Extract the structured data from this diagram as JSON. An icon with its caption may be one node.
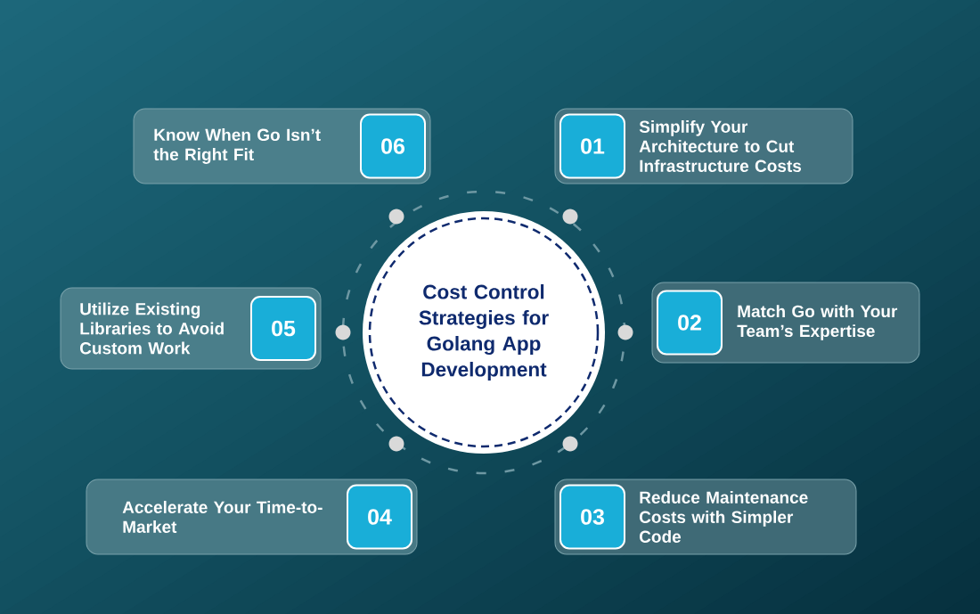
{
  "diagram": {
    "nodes": [
      {
        "text": [
          "Cost Control Strategies for Golang App Development"
        ]
      },
      {
        "text": [
          "Simplify Your Architecture to Cut Infrastructure Costs"
        ]
      },
      {
        "text": [
          "01"
        ],
        "in": 1
      },
      {
        "text": [
          "Match Go with Your Team’s Expertise"
        ]
      },
      {
        "text": [
          "02"
        ],
        "in": 3
      },
      {
        "text": [
          "Reduce Maintenance Costs with Simpler Code"
        ]
      },
      {
        "text": [
          "03"
        ],
        "in": 5
      },
      {
        "text": [
          "Accelerate Your Time-to-Market"
        ]
      },
      {
        "text": [
          "04"
        ],
        "in": 7
      },
      {
        "text": [
          "Utilize Existing Libraries to Avoid Custom Work"
        ]
      },
      {
        "text": [
          "05"
        ],
        "in": 9
      },
      {
        "text": [
          "Know When Go Isn’t the Right Fit"
        ]
      },
      {
        "text": [
          "06"
        ],
        "in": 11
      }
    ]
  }
}
